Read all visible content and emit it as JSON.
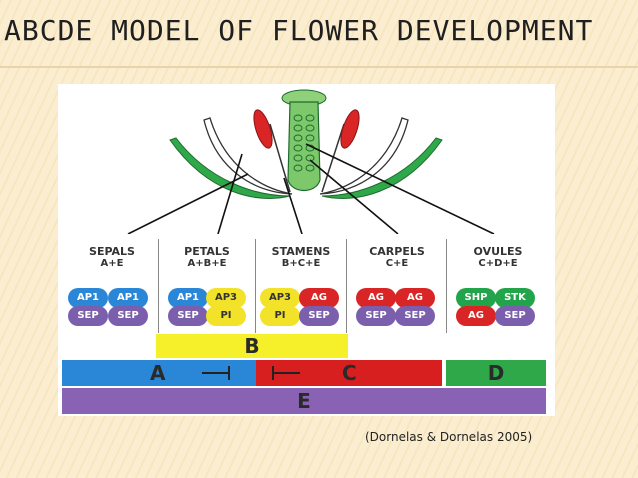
{
  "title": "ABCDE  MODEL OF FLOWER DEVELOPMENT",
  "organs": [
    {
      "name": "SEPALS",
      "formula": "A+E"
    },
    {
      "name": "PETALS",
      "formula": "A+B+E"
    },
    {
      "name": "STAMENS",
      "formula": "B+C+E"
    },
    {
      "name": "CARPELS",
      "formula": "C+E"
    },
    {
      "name": "OVULES",
      "formula": "C+D+E"
    }
  ],
  "genes": {
    "sepals": {
      "top": [
        "AP1",
        "AP1"
      ],
      "bottom": [
        "SEP",
        "SEP"
      ]
    },
    "petals": {
      "top": [
        "AP1",
        "AP3"
      ],
      "bottom": [
        "SEP",
        "PI"
      ]
    },
    "stamens": {
      "top": [
        "AP3",
        "AG"
      ],
      "bottom": [
        "PI",
        "SEP"
      ]
    },
    "carpels": {
      "top": [
        "AG",
        "AG"
      ],
      "bottom": [
        "SEP",
        "SEP"
      ]
    },
    "ovules": {
      "top": [
        "SHP",
        "STK"
      ],
      "bottom": [
        "AG",
        "SEP"
      ]
    }
  },
  "classes": {
    "a": "A",
    "b": "B",
    "c": "C",
    "d": "D",
    "e": "E"
  },
  "colors": {
    "AP1": "#2a86d6",
    "AP3": "#f2e32a",
    "PI": "#f2e32a",
    "AG": "#d92525",
    "SEP": "#7b5fad",
    "SHP": "#22a54a",
    "STK": "#22a54a",
    "classA": "#2a86d6",
    "classB": "#f6f02a",
    "classC": "#d81f1f",
    "classD": "#2fa84a",
    "classE": "#8a62b4"
  },
  "citation": "(Dornelas & Dornelas 2005)"
}
